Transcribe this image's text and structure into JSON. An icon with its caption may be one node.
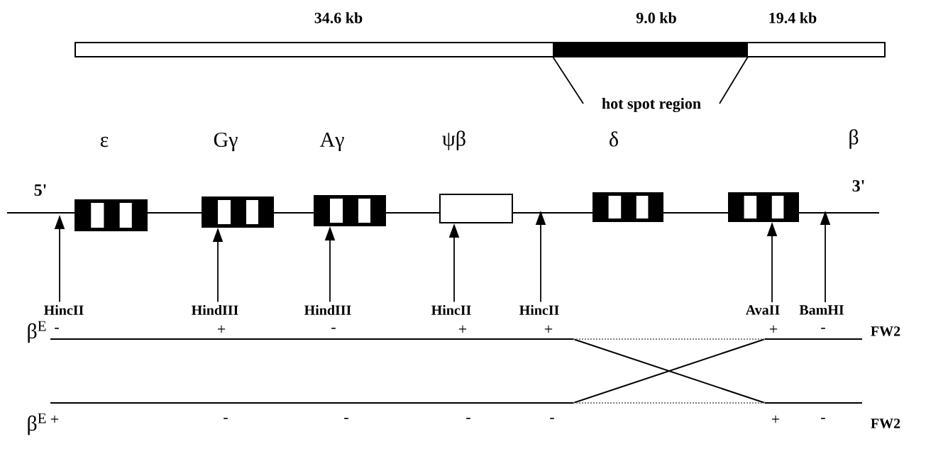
{
  "diagram": {
    "nodes": [
      {
        "text": [
          "ε"
        ]
      },
      {
        "text": [
          "Gγ"
        ]
      },
      {
        "text": [
          "Aγ"
        ]
      },
      {
        "text": [
          "ψβ"
        ]
      },
      {
        "text": [
          "δ"
        ]
      },
      {
        "text": [
          "β"
        ]
      },
      {
        "text": [
          "HincII"
        ]
      },
      {
        "text": [
          "HindIII"
        ]
      },
      {
        "text": [
          "HindIII"
        ]
      },
      {
        "text": [
          "HincII"
        ]
      },
      {
        "text": [
          "HincII"
        ]
      },
      {
        "text": [
          "AvaII"
        ]
      },
      {
        "text": [
          "BamHI"
        ]
      }
    ],
    "edges": [
      {
        "from": 6,
        "to": null,
        "arrow": "to"
      },
      {
        "from": 7,
        "to": 1,
        "arrow": "to"
      },
      {
        "from": 8,
        "to": 2,
        "arrow": "to"
      },
      {
        "from": 9,
        "to": 3,
        "arrow": "to"
      },
      {
        "from": 10,
        "to": null,
        "arrow": "to"
      },
      {
        "from": 11,
        "to": 5,
        "arrow": "to"
      },
      {
        "from": 12,
        "to": null,
        "arrow": "to"
      }
    ],
    "labels": [
      "34.6 kb",
      "9.0 kb",
      "19.4 kb",
      "hot spot region",
      "5'",
      "3'",
      "β$^{E}$",
      "-",
      "+",
      "-",
      "+",
      "+",
      "+",
      "-",
      "FW2",
      "β$^{E}$",
      "+",
      "-",
      "-",
      "-",
      "-",
      "+",
      "-",
      "FW2"
    ]
  }
}
